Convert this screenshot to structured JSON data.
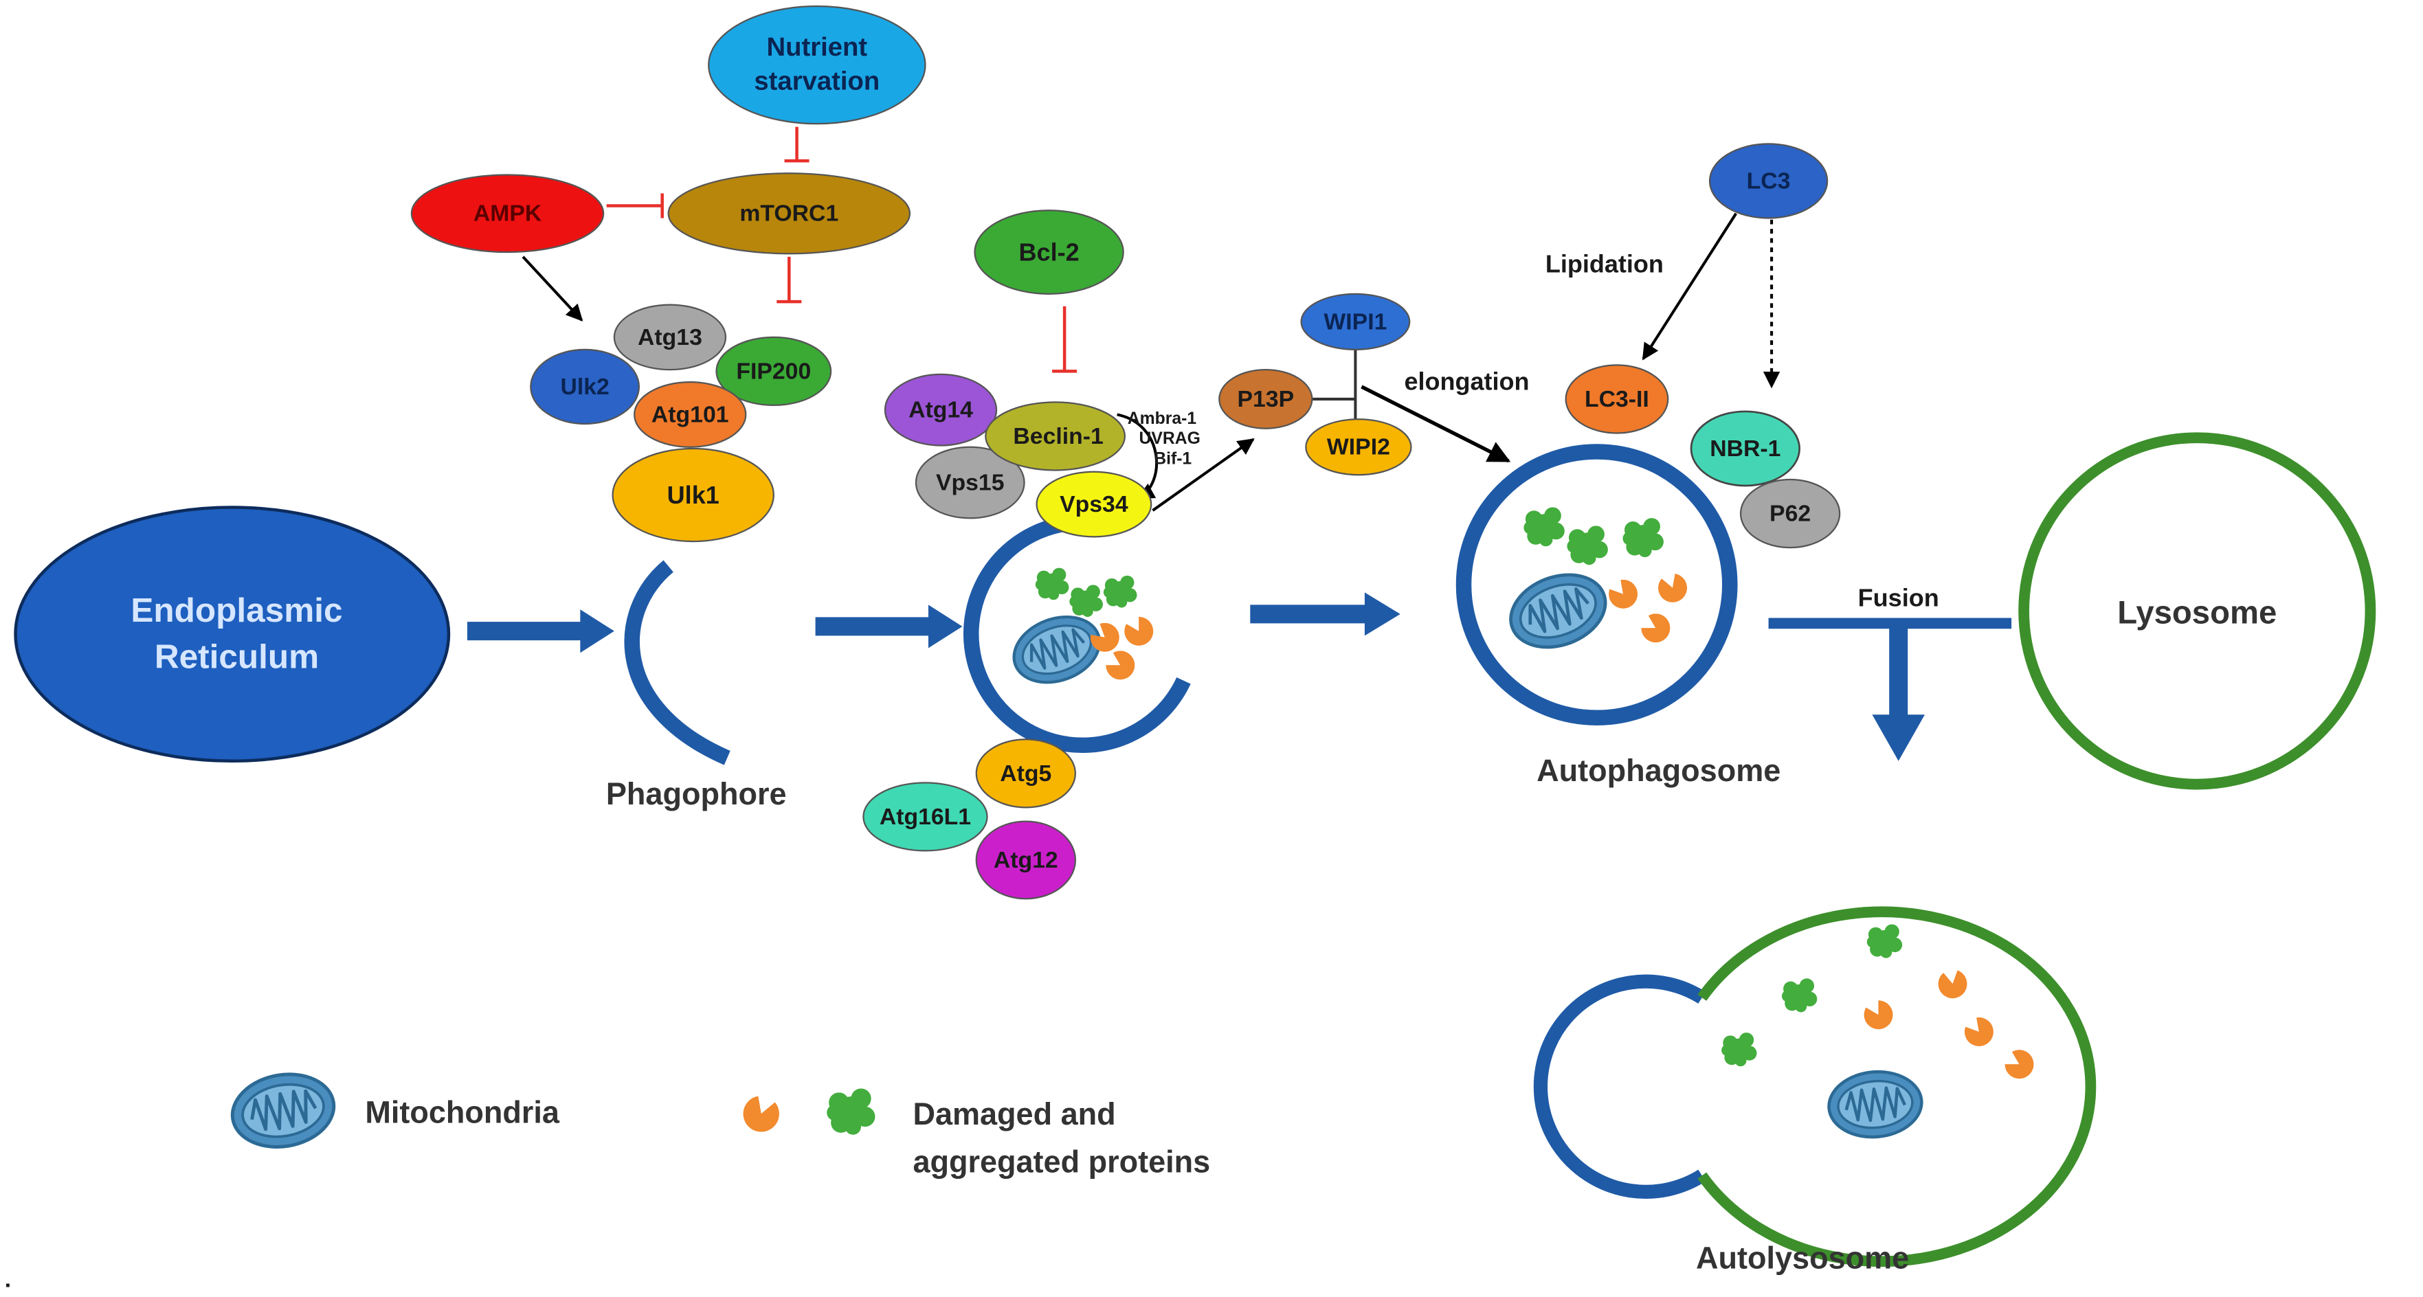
{
  "regulators": {
    "nutrient_starvation": [
      "Nutrient",
      "starvation"
    ],
    "mtorc1": "mTORC1",
    "ampk": "AMPK"
  },
  "ulk_complex": {
    "atg13": "Atg13",
    "fip200": "FIP200",
    "ulk2": "Ulk2",
    "atg101": "Atg101",
    "ulk1": "Ulk1"
  },
  "er": [
    "Endoplasmic",
    "Reticulum"
  ],
  "phagophore": "Phagophore",
  "pi3k_complex": {
    "bcl2": "Bcl-2",
    "atg14": "Atg14",
    "beclin1": "Beclin-1",
    "vps15": "Vps15",
    "vps34": "Vps34",
    "cofactors": [
      "Ambra-1",
      "UVRAG",
      "Bif-1"
    ]
  },
  "conjugation": {
    "atg5": "Atg5",
    "atg16l1": "Atg16L1",
    "atg12": "Atg12"
  },
  "wipi": {
    "wipi1": "WIPI1",
    "p13p": "P13P",
    "wipi2": "WIPI2",
    "elongation": "elongation"
  },
  "lc3": {
    "lc3": "LC3",
    "lipidation": "Lipidation",
    "lc3_ii": "LC3-II",
    "nbr1": "NBR-1",
    "p62": "P62"
  },
  "autophagosome": "Autophagosome",
  "fusion": "Fusion",
  "lysosome": "Lysosome",
  "autolysosome": "Autolysosome",
  "legend": {
    "mitochondria": "Mitochondria",
    "proteins": [
      "Damaged and",
      "aggregated proteins"
    ]
  },
  "corner_mark": ".",
  "colors": {
    "nutrient_starvation": "#1aa7e6",
    "mtorc1": "#b8860b",
    "ampk": "#ee1111",
    "atg13": "#a6a6a6",
    "fip200": "#3aaa35",
    "ulk2": "#2b63c6",
    "atg101": "#f07a2a",
    "ulk1": "#f7b500",
    "er": "#1e5fbf",
    "bcl2": "#3aaa35",
    "atg14": "#9b55d6",
    "beclin1": "#b3b32a",
    "vps15": "#a6a6a6",
    "vps34": "#f5f512",
    "atg5": "#f7b500",
    "atg16l1": "#3fd9b3",
    "atg12": "#cc1fcc",
    "wipi1": "#2e6fd4",
    "p13p": "#c8732f",
    "wipi2": "#f7b500",
    "lc3": "#2b63c6",
    "lc3_ii": "#f07a2a",
    "nbr1": "#44d6b4",
    "p62": "#a6a6a6",
    "membrane": "#1f5aa6",
    "lysosome_membrane": "#3d8f2b",
    "inhibition": "#e8302a"
  }
}
